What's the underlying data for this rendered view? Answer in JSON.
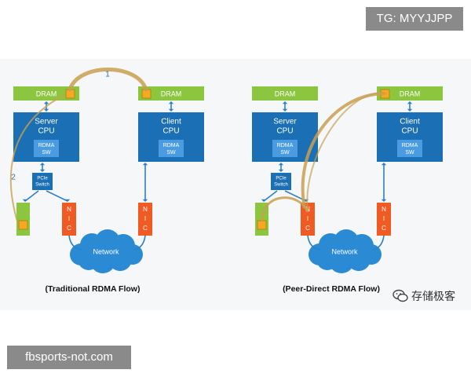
{
  "corner_tags": {
    "top_right": "TG: MYYJJPP",
    "bottom_left": "fbsports-not.com"
  },
  "watermark": {
    "icon": "wechat-icon",
    "text": "存储极客"
  },
  "colors": {
    "dram_green": "#8cc63f",
    "cpu_blue": "#1a6fb5",
    "rdma_sw_blue": "#4a9be0",
    "pcie_switch_blue": "#1a6fb5",
    "nic_orange": "#f05a23",
    "network_cloud": "#2a8ad4",
    "data_square_orange": "#f7a823",
    "flow_arc_gold": "#c8a050",
    "connector_blue": "#2e80c6",
    "step_label_blue": "#2e6db8"
  },
  "diagrams": [
    {
      "id": "traditional",
      "caption": "(Traditional RDMA Flow)",
      "server_dram": "DRAM",
      "client_dram": "DRAM",
      "server_cpu": [
        "Server",
        "CPU"
      ],
      "client_cpu": [
        "Client",
        "CPU"
      ],
      "rdma_sw": [
        "RDMA",
        "SW"
      ],
      "pcie_switch": [
        "PCIe",
        "Switch"
      ],
      "nic_letters": [
        "N",
        "I",
        "C"
      ],
      "network": "Network",
      "step_labels": [
        "1",
        "2"
      ]
    },
    {
      "id": "peer_direct",
      "caption": "(Peer-Direct RDMA Flow)",
      "server_dram": "DRAM",
      "client_dram": "DRAM",
      "server_cpu": [
        "Server",
        "CPU"
      ],
      "client_cpu": [
        "Client",
        "CPU"
      ],
      "rdma_sw": [
        "RDMA",
        "SW"
      ],
      "pcie_switch": [
        "PCIe",
        "Switch"
      ],
      "nic_letters": [
        "N",
        "I",
        "C"
      ],
      "network": "Network"
    }
  ]
}
